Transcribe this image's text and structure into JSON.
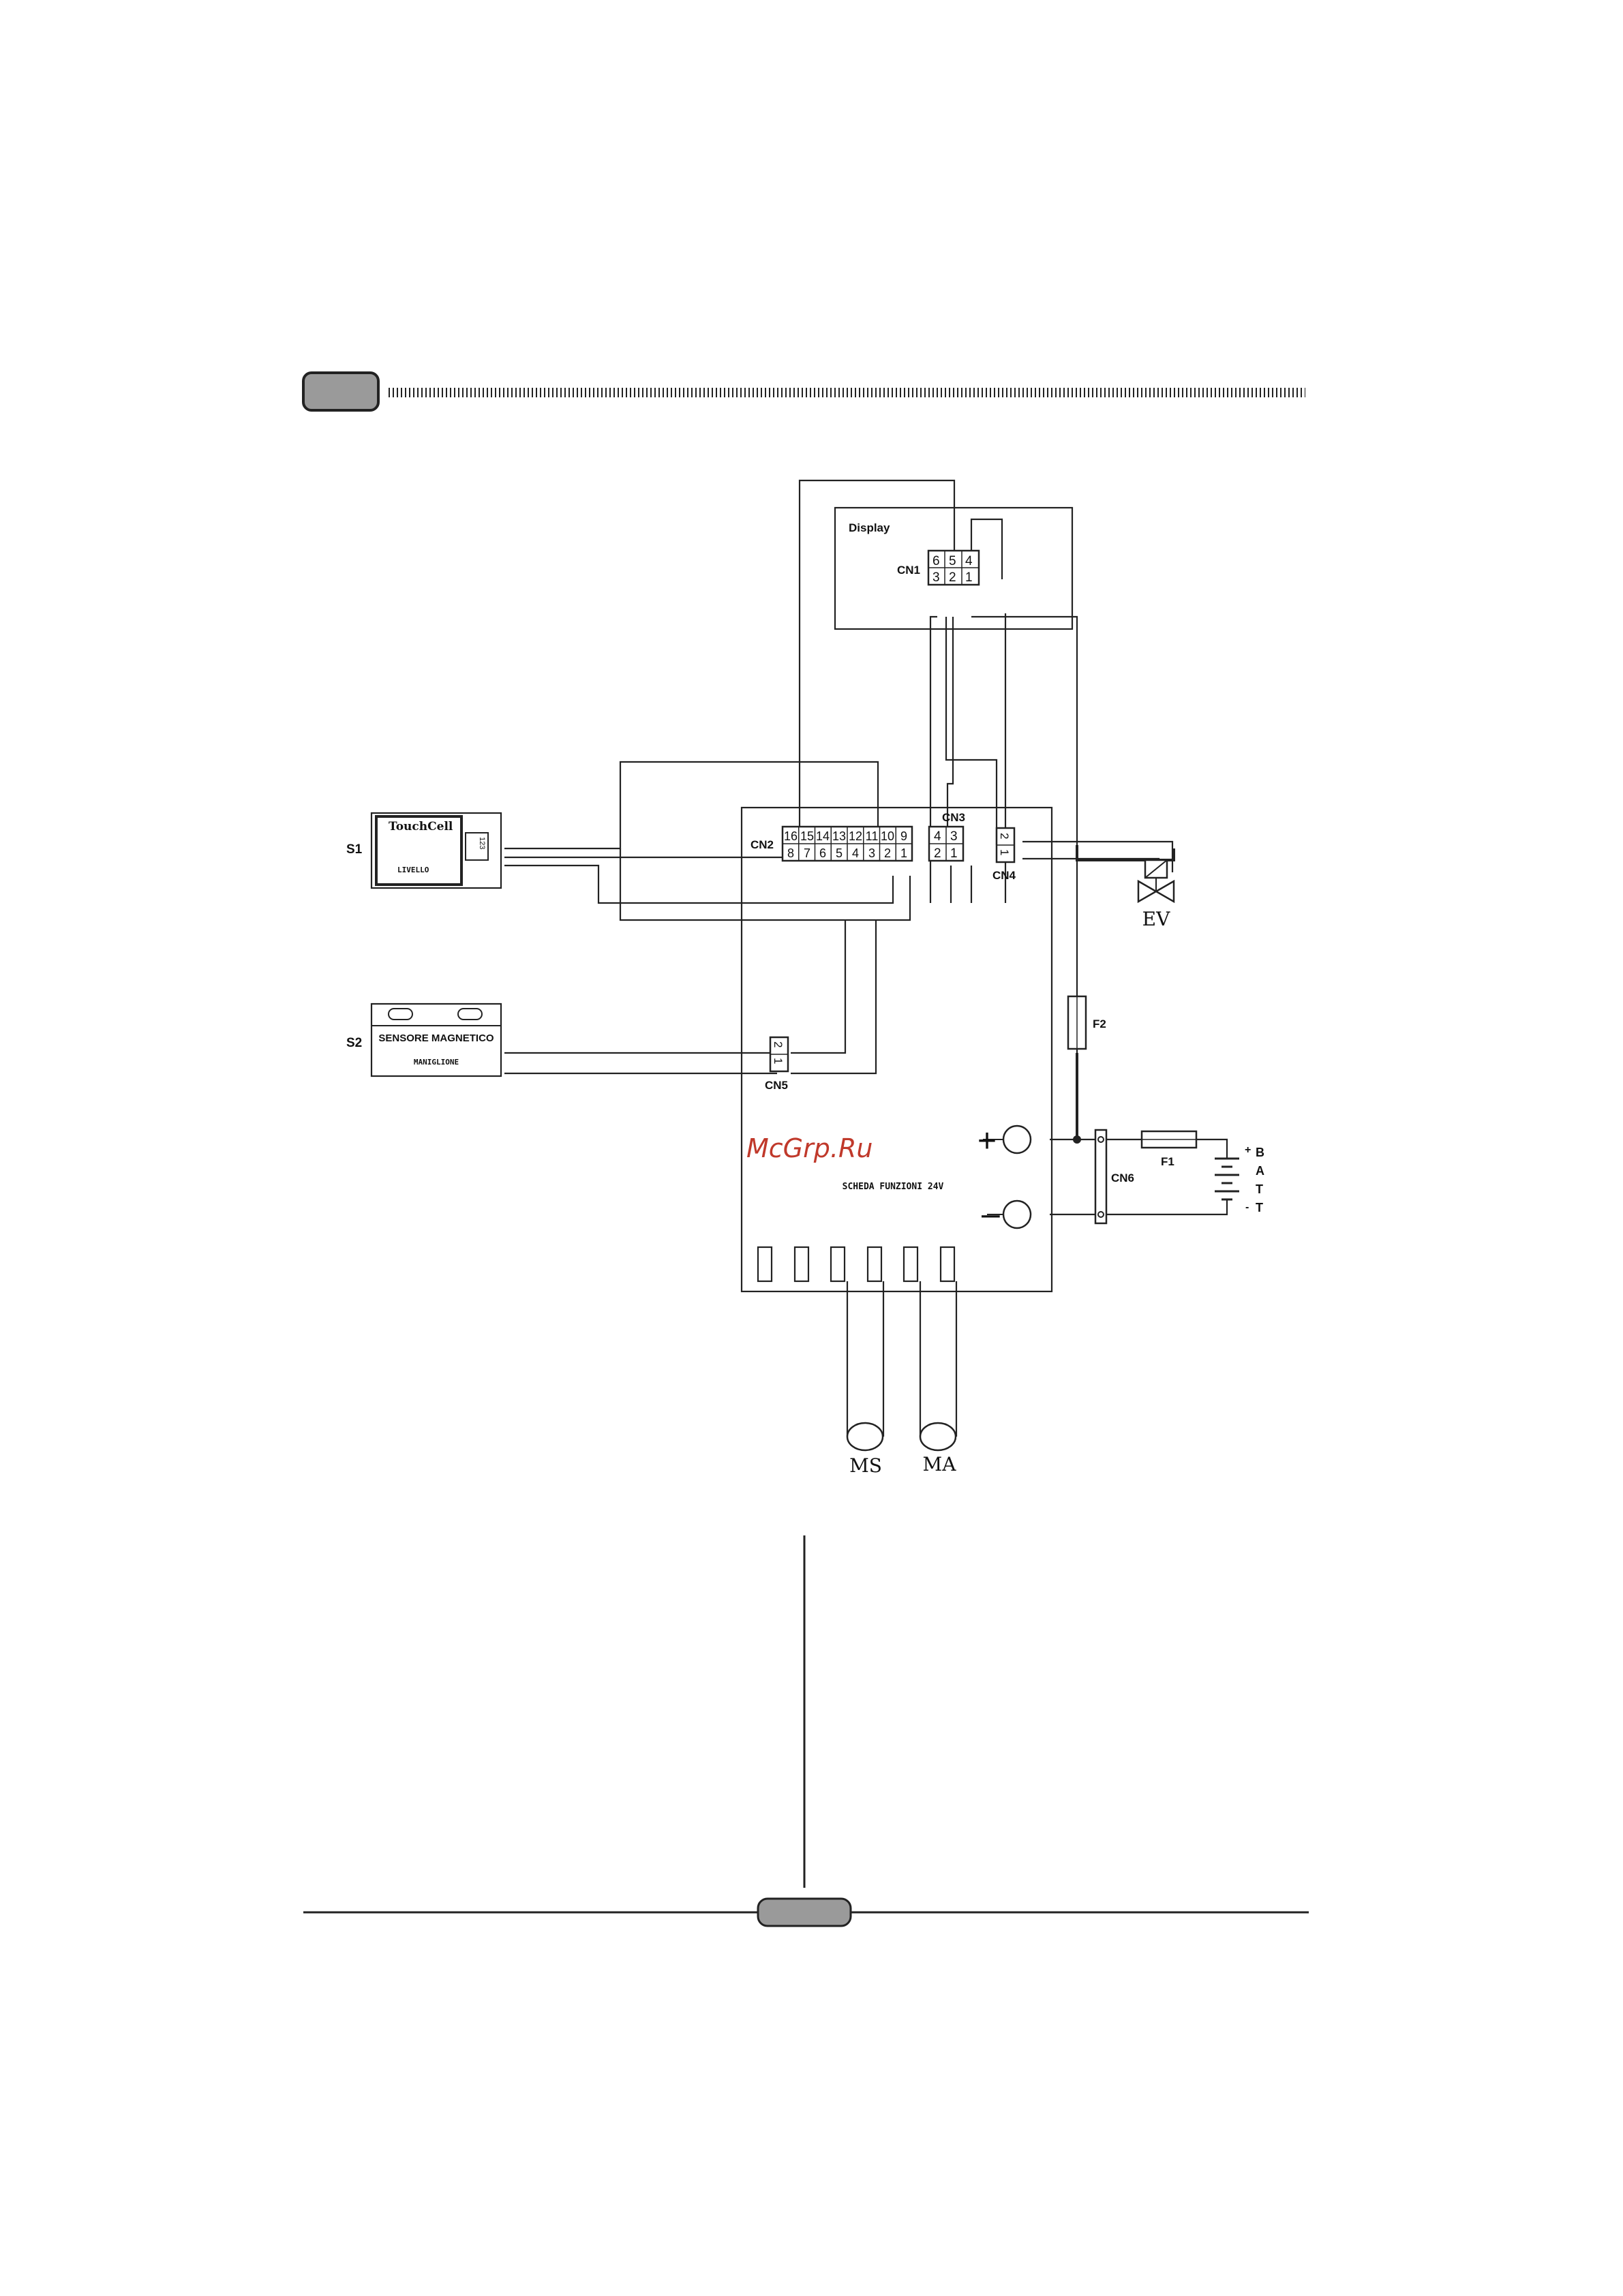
{
  "display": {
    "title": "Display",
    "connector": "CN1",
    "pins_top": [
      "6",
      "5",
      "4"
    ],
    "pins_bottom": [
      "3",
      "2",
      "1"
    ]
  },
  "s1": {
    "id": "S1",
    "name": "TouchCell",
    "sub": "LIVELLO",
    "pins": "123"
  },
  "s2": {
    "id": "S2",
    "name": "SENSORE MAGNETICO",
    "sub": "MANIGLIONE"
  },
  "board": {
    "label": "SCHEDA FUNZIONI 24V",
    "cn2": {
      "label": "CN2",
      "pins_top": [
        "16",
        "15",
        "14",
        "13",
        "12",
        "11",
        "10",
        "9"
      ],
      "pins_bottom": [
        "8",
        "7",
        "6",
        "5",
        "4",
        "3",
        "2",
        "1"
      ]
    },
    "cn3": {
      "label": "CN3",
      "pins_top": [
        "4",
        "3"
      ],
      "pins_bottom": [
        "2",
        "1"
      ]
    },
    "cn4": {
      "label": "CN4",
      "pins": [
        "2",
        "1"
      ]
    },
    "cn5": {
      "label": "CN5",
      "pins": [
        "2",
        "1"
      ]
    },
    "cn6": {
      "label": "CN6"
    }
  },
  "fuses": {
    "f1": "F1",
    "f2": "F2"
  },
  "valve": "EV",
  "motors": {
    "ms": "MS",
    "ma": "MA"
  },
  "battery": {
    "letters": [
      "B",
      "A",
      "T",
      "T"
    ],
    "plus": "+",
    "minus": "-"
  },
  "terminals": {
    "plus": "+",
    "minus": "–"
  },
  "watermark": "McGrp.Ru"
}
